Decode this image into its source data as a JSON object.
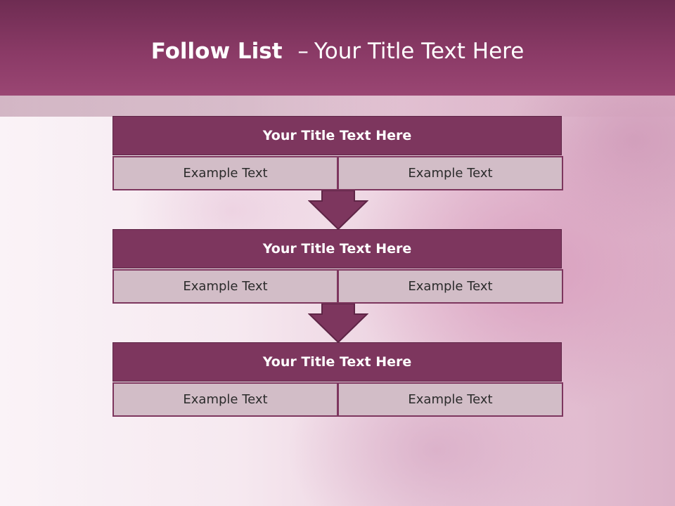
{
  "slide": {
    "title_bold": "Follow List",
    "title_dash": "–",
    "title_rest": "Your Title Text Here"
  },
  "steps": [
    {
      "title": "Your Title Text Here",
      "left": "Example Text",
      "right": "Example Text"
    },
    {
      "title": "Your Title Text Here",
      "left": "Example Text",
      "right": "Example Text"
    },
    {
      "title": "Your Title Text Here",
      "left": "Example Text",
      "right": "Example Text"
    }
  ],
  "colors": {
    "header": "#8a3a66",
    "block_title": "#7d365e",
    "cell": "#d2bdc7",
    "arrow": "#7d365e"
  }
}
